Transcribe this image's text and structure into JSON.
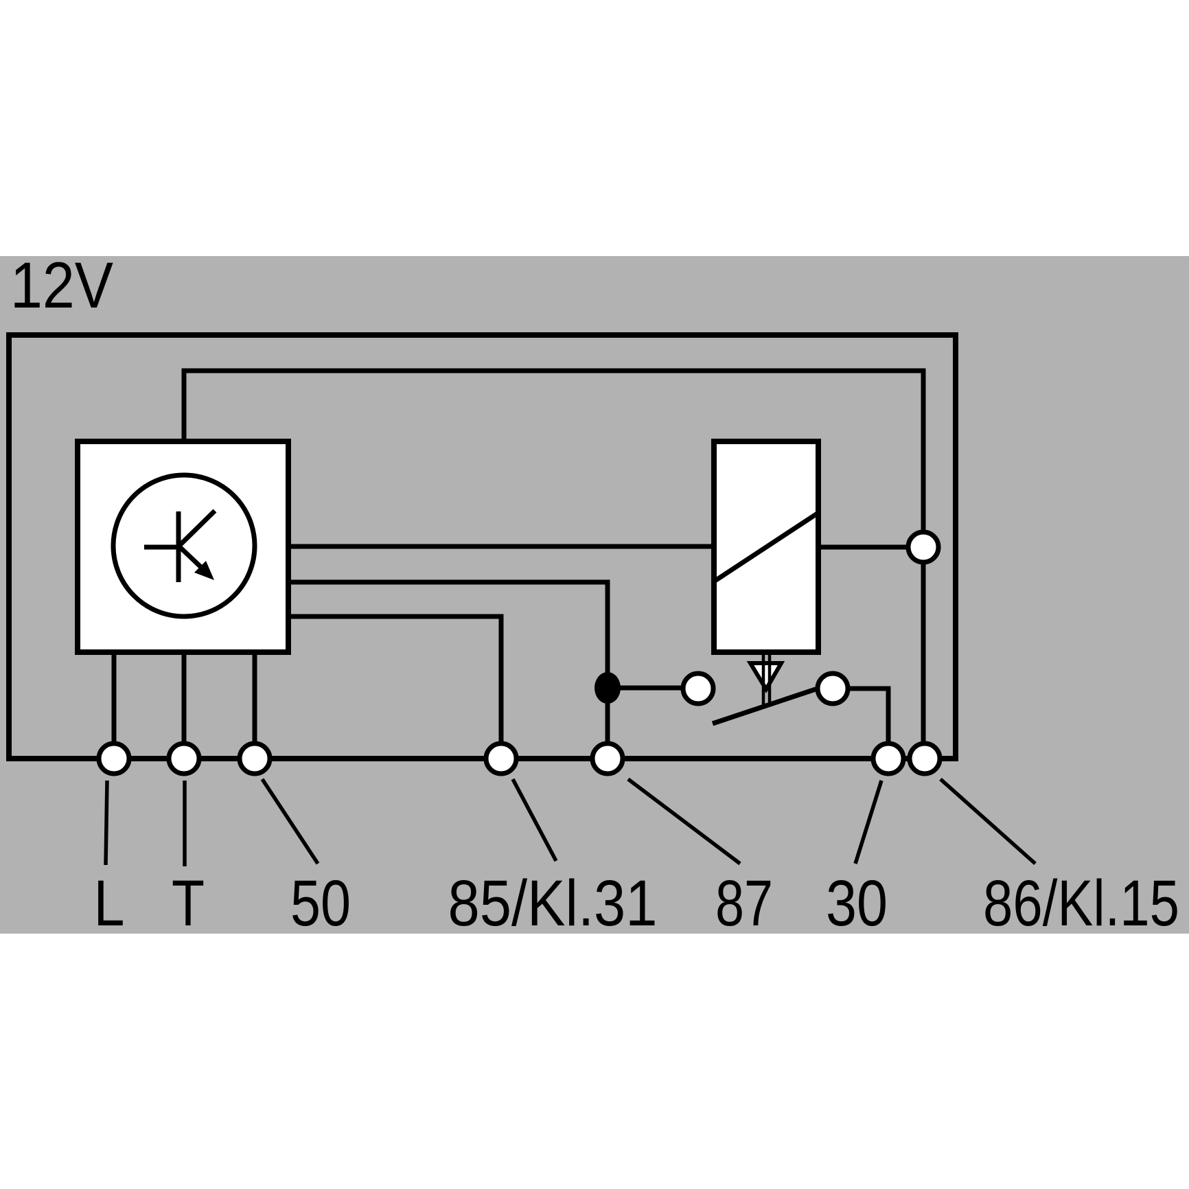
{
  "diagram": {
    "supply_label": "12V",
    "background_color": "#b2b2b2",
    "line_color": "#000000",
    "component_fill": "#ffffff",
    "terminals": [
      {
        "label": "L"
      },
      {
        "label": "T"
      },
      {
        "label": "50"
      },
      {
        "label": "85/Kl.31"
      },
      {
        "label": "87"
      },
      {
        "label": "30"
      },
      {
        "label": "86/Kl.15"
      }
    ],
    "icons": {
      "control_unit": "transistor-control-unit-icon",
      "relay_coil": "relay-coil-icon",
      "actuator": "actuator-arrow-icon",
      "switch": "relay-switch-contact-icon",
      "junction": "wire-junction-dot"
    }
  }
}
